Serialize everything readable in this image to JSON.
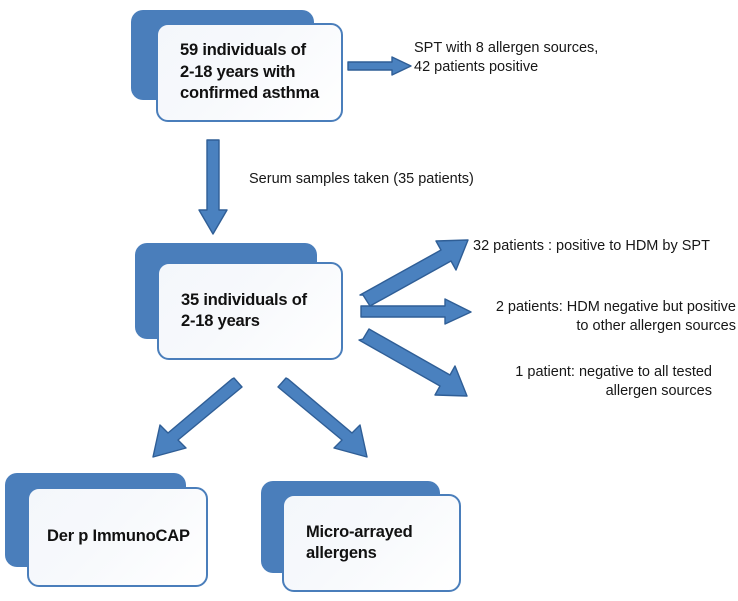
{
  "figure": {
    "type": "flowchart",
    "title": "Study recruitment and testing flow",
    "colors": {
      "box_shadow_blue": "#4a7ebb",
      "box_border_blue": "#4a7ebb",
      "box_fill": "#f7f9fc",
      "arrow_fill": "#4a81bf",
      "arrow_stroke": "#2f5e96",
      "text": "#171717",
      "background": "#ffffff"
    }
  },
  "nodes": {
    "top_box": {
      "label": "59 individuals of\n2-18 years with\nconfirmed asthma"
    },
    "middle_box": {
      "label": "35 individuals of\n2-18 years"
    },
    "bottom_left_box": {
      "label": "Der p ImmunoCAP"
    },
    "bottom_right_box": {
      "label": "Micro-arrayed\nallergens"
    }
  },
  "annotations": {
    "spt_result": "SPT with 8 allergen sources,\n42 patients  positive",
    "serum_samples": "Serum  samples taken (35 patients)",
    "hdm_positive": "32 patients : positive to HDM by SPT",
    "hdm_negative": "2 patients: HDM negative  but positive\nto other  allergen sources",
    "all_negative": "1 patient: negative to all tested\nallergen sources"
  },
  "edges": [
    {
      "name": "top-box-to-spt-result",
      "direction": "right",
      "from": "top_box",
      "to": "spt_result"
    },
    {
      "name": "top-box-to-middle-box",
      "direction": "down",
      "from": "top_box",
      "to": "middle_box"
    },
    {
      "name": "middle-box-to-hdm-positive",
      "direction": "up-right",
      "from": "middle_box",
      "to": "hdm_positive"
    },
    {
      "name": "middle-box-to-hdm-negative",
      "direction": "right",
      "from": "middle_box",
      "to": "hdm_negative"
    },
    {
      "name": "middle-box-to-all-negative",
      "direction": "down-right",
      "from": "middle_box",
      "to": "all_negative"
    },
    {
      "name": "middle-box-to-bottom-left-box",
      "direction": "down-left",
      "from": "middle_box",
      "to": "bottom_left_box"
    },
    {
      "name": "middle-box-to-bottom-right-box",
      "direction": "down-right",
      "from": "middle_box",
      "to": "bottom_right_box"
    }
  ]
}
